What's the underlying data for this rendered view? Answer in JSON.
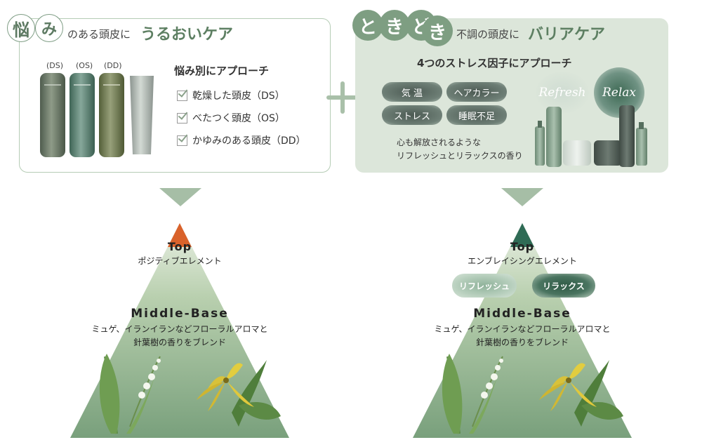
{
  "left": {
    "heading_circle": "悩",
    "heading_circle2": "み",
    "heading_small": "のある頭皮に",
    "heading_big": "うるおいケア",
    "bottle_labels": [
      "(DS)",
      "(OS)",
      "(DD)"
    ],
    "subheading": "悩み別にアプローチ",
    "checks": [
      "乾燥した頭皮（DS）",
      "べたつく頭皮（OS）",
      "かゆみのある頭皮（DD）"
    ]
  },
  "right": {
    "bubbles": [
      "と",
      "き",
      "ど",
      "き"
    ],
    "heading_small": "不調の頭皮に",
    "heading_big": "バリアケア",
    "subheading": "4つのストレス因子にアプローチ",
    "factors": [
      "気 温",
      "ヘアカラー",
      "ストレス",
      "睡眠不足"
    ],
    "scent_line1": "心も解放されるような",
    "scent_line2": "リフレッシュとリラックスの香り",
    "glow_labels": [
      "Refresh",
      "Relax"
    ]
  },
  "pyramid_left": {
    "top_title": "Top",
    "top_sub": "ポジティブエレメント",
    "mid_title": "Middle-Base",
    "mid_line1": "ミュゲ、イランイランなどフローラルアロマと",
    "mid_line2": "針葉樹の香りをブレンド"
  },
  "pyramid_right": {
    "top_title": "Top",
    "top_sub": "エンブレイシングエレメント",
    "pills": [
      "リフレッシュ",
      "リラックス"
    ],
    "mid_title": "Middle-Base",
    "mid_line1": "ミュゲ、イランイランなどフローラルアロマと",
    "mid_line2": "針葉樹の香りをブレンド"
  },
  "colors": {
    "accent_green": "#5d7f62",
    "card_border": "#b5ccb5",
    "card_fill_right": "#dce6da",
    "tip_left": "#d9622b",
    "tip_right": "#2f6b55"
  }
}
